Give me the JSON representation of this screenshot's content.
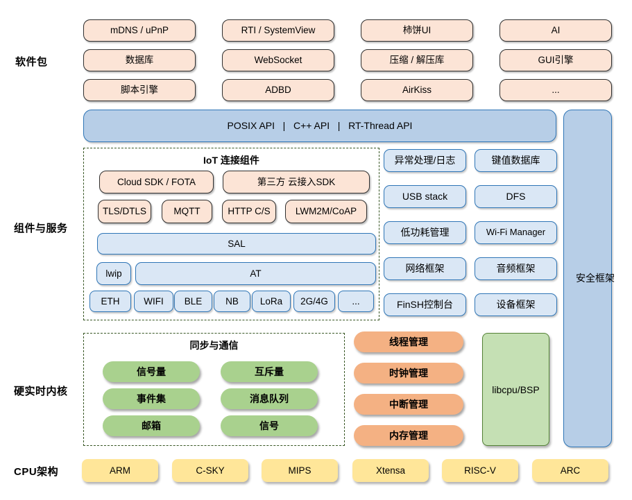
{
  "sections": {
    "software_packages": "软件包",
    "components_services": "组件与服务",
    "realtime_kernel": "硬实时内核",
    "cpu_architecture": "CPU架构"
  },
  "software_packages": [
    "mDNS / uPnP",
    "RTI / SystemView",
    "柿饼UI",
    "AI",
    "数据库",
    "WebSocket",
    "压缩 / 解压库",
    "GUI引擎",
    "脚本引擎",
    "ADBD",
    "AirKiss",
    "..."
  ],
  "api_bar": "POSIX API   |   C++ API   |   RT-Thread API",
  "security_framework": "安全框架",
  "iot": {
    "title": "IoT 连接组件",
    "cloud_sdk": "Cloud SDK / FOTA",
    "third_party_sdk": "第三方 云接入SDK",
    "protocols": [
      "TLS/DTLS",
      "MQTT",
      "HTTP C/S",
      "LWM2M/CoAP"
    ],
    "sal": "SAL",
    "lwip": "lwip",
    "at": "AT",
    "links": [
      "ETH",
      "WIFI",
      "BLE",
      "NB",
      "LoRa",
      "2G/4G",
      "..."
    ]
  },
  "components": [
    "异常处理/日志",
    "键值数据库",
    "USB stack",
    "DFS",
    "低功耗管理",
    "Wi-Fi Manager",
    "网络框架",
    "音频框架",
    "FinSH控制台",
    "设备框架"
  ],
  "sync": {
    "title": "同步与通信",
    "items": [
      "信号量",
      "互斥量",
      "事件集",
      "消息队列",
      "邮箱",
      "信号"
    ]
  },
  "kernel_services": [
    "线程管理",
    "时钟管理",
    "中断管理",
    "内存管理"
  ],
  "libcpu": "libcpu/BSP",
  "cpu_archs": [
    "ARM",
    "C-SKY",
    "MIPS",
    "Xtensa",
    "RISC-V",
    "ARC"
  ],
  "colors": {
    "peach_fill": "#FCE4D6",
    "blue_light_fill": "#DAE7F5",
    "blue_bar_fill": "#B7CEE7",
    "blue_border": "#2E75B6",
    "green_pill": "#A9D18E",
    "orange_pill": "#F4B183",
    "yellow_fill": "#FFE699",
    "libcpu_fill": "#C5E0B4",
    "libcpu_border": "#538135",
    "dashed_border": "#375623"
  }
}
